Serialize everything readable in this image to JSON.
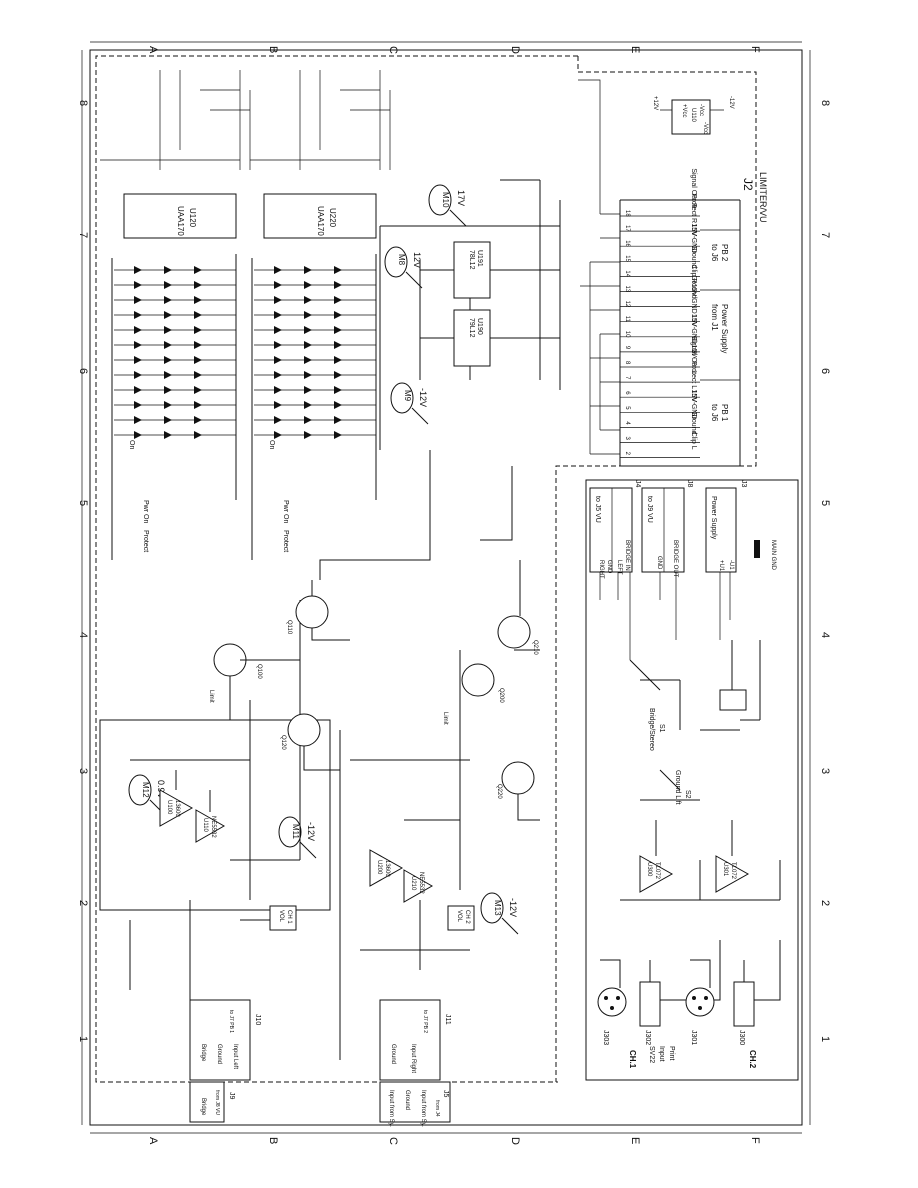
{
  "sheet": {
    "zone_letters": [
      "A",
      "B",
      "C",
      "D",
      "E",
      "F"
    ],
    "zone_numbers": [
      "8",
      "7",
      "6",
      "5",
      "4",
      "3",
      "2",
      "1"
    ]
  },
  "title_block": {
    "title": "LIMITER/VU",
    "connector": "J2"
  },
  "power_ic": {
    "ref": "U110",
    "pins": [
      "+Vcc",
      "-Vcc",
      "-Vcc"
    ],
    "supplies": [
      "+12V",
      "-12V"
    ]
  },
  "uaa_ics": [
    {
      "ref": "U120",
      "part": "UAA170"
    },
    {
      "ref": "U220",
      "part": "UAA170"
    }
  ],
  "regulators": [
    {
      "ref": "U190",
      "part": "79L12"
    },
    {
      "ref": "U191",
      "part": "78L12"
    }
  ],
  "test_points": [
    {
      "id": "M10",
      "value": "17V"
    },
    {
      "id": "M8",
      "value": "12V"
    },
    {
      "id": "M9",
      "value": "-12V"
    },
    {
      "id": "M12",
      "value": "0.9V"
    },
    {
      "id": "M11",
      "value": "-12V"
    },
    {
      "id": "M13",
      "value": "-12V"
    }
  ],
  "volume_controls": [
    {
      "line1": "VOL",
      "line2": "CH 1"
    },
    {
      "line1": "VOL",
      "line2": "CH 2"
    }
  ],
  "j2_pins": [
    {
      "num": "18",
      "label": "Signal Out R"
    },
    {
      "num": "17",
      "label": "Protect R"
    },
    {
      "num": "16",
      "label": "15V-"
    },
    {
      "num": "15",
      "label": "15V GND"
    },
    {
      "num": "14",
      "label": "Ground"
    },
    {
      "num": "13",
      "label": "Clip R"
    },
    {
      "num": "12",
      "label": "Ground"
    },
    {
      "num": "11",
      "label": "15V GND"
    },
    {
      "num": "10",
      "label": "15V-"
    },
    {
      "num": "9",
      "label": "15V GND"
    },
    {
      "num": "8",
      "label": "15V-"
    },
    {
      "num": "7",
      "label": "Signal Out L"
    },
    {
      "num": "6",
      "label": "Protect L"
    },
    {
      "num": "5",
      "label": "15V-"
    },
    {
      "num": "4",
      "label": "15V GND"
    },
    {
      "num": "3",
      "label": "Ground"
    },
    {
      "num": "2",
      "label": "Clip L"
    }
  ],
  "j2_groups": [
    {
      "line1": "to J6",
      "line2": "PB 2"
    },
    {
      "line1": "from J1",
      "line2": "Power Supply"
    },
    {
      "line1": "to J6",
      "line2": "PB 1"
    }
  ],
  "sub_connectors": [
    {
      "ref": "J4",
      "title": "to J5 VU",
      "pins": [
        "RIGHT",
        "GND",
        "LEFT",
        "BRIDGE IN"
      ]
    },
    {
      "ref": "J8",
      "title": "to J9 VU",
      "pins": [
        "GND",
        "BRIDGE OUT"
      ]
    },
    {
      "ref": "J3",
      "title": "Power Supply",
      "pins": [
        "+U1",
        "-U1"
      ]
    }
  ],
  "main_gnd": "MAIN GND",
  "switches": [
    {
      "ref": "S1",
      "label": "Bridge/Stereo"
    },
    {
      "ref": "S2",
      "label": "Ground Lift"
    }
  ],
  "input_board": {
    "title_lines": [
      "SV22",
      "Input",
      "Print"
    ],
    "channels": [
      {
        "name": "CH.1",
        "xlr": "J303",
        "jack": "J302"
      },
      {
        "name": "CH.2",
        "xlr": "J301",
        "jack": "J300"
      }
    ]
  },
  "input_connectors": [
    {
      "ref": "J10",
      "from": "to J7 PB 1",
      "pins": [
        "Bridge",
        "Ground",
        "Input Left"
      ]
    },
    {
      "ref": "J9",
      "from": "from J8 VU",
      "pins": [
        "Bridge"
      ]
    },
    {
      "ref": "J11",
      "from": "to J7 PB 2",
      "pins": [
        "Ground",
        "Input Right"
      ]
    },
    {
      "ref": "J5",
      "from": "from J4",
      "pins": [
        "Input from Sy.",
        "Ground",
        "Input from Sy."
      ]
    }
  ],
  "transistors": [
    "Q100",
    "Q110",
    "Q120",
    "Q200",
    "Q210",
    "Q220"
  ],
  "opamps": [
    {
      "ref": "U100",
      "part": "13600"
    },
    {
      "ref": "U110",
      "part": "NE5532"
    },
    {
      "ref": "U200",
      "part": "13600"
    },
    {
      "ref": "U210",
      "part": "NE5532"
    }
  ],
  "input_opamps": [
    {
      "ref": "U300",
      "part": "TL072"
    },
    {
      "ref": "U301",
      "part": "TL072"
    }
  ],
  "led_labels": {
    "on": "On",
    "pwr_on": "Pwr On",
    "protect": "Protect",
    "limit": "Limit"
  },
  "colors": {
    "ink": "#111111",
    "paper": "#ffffff"
  }
}
